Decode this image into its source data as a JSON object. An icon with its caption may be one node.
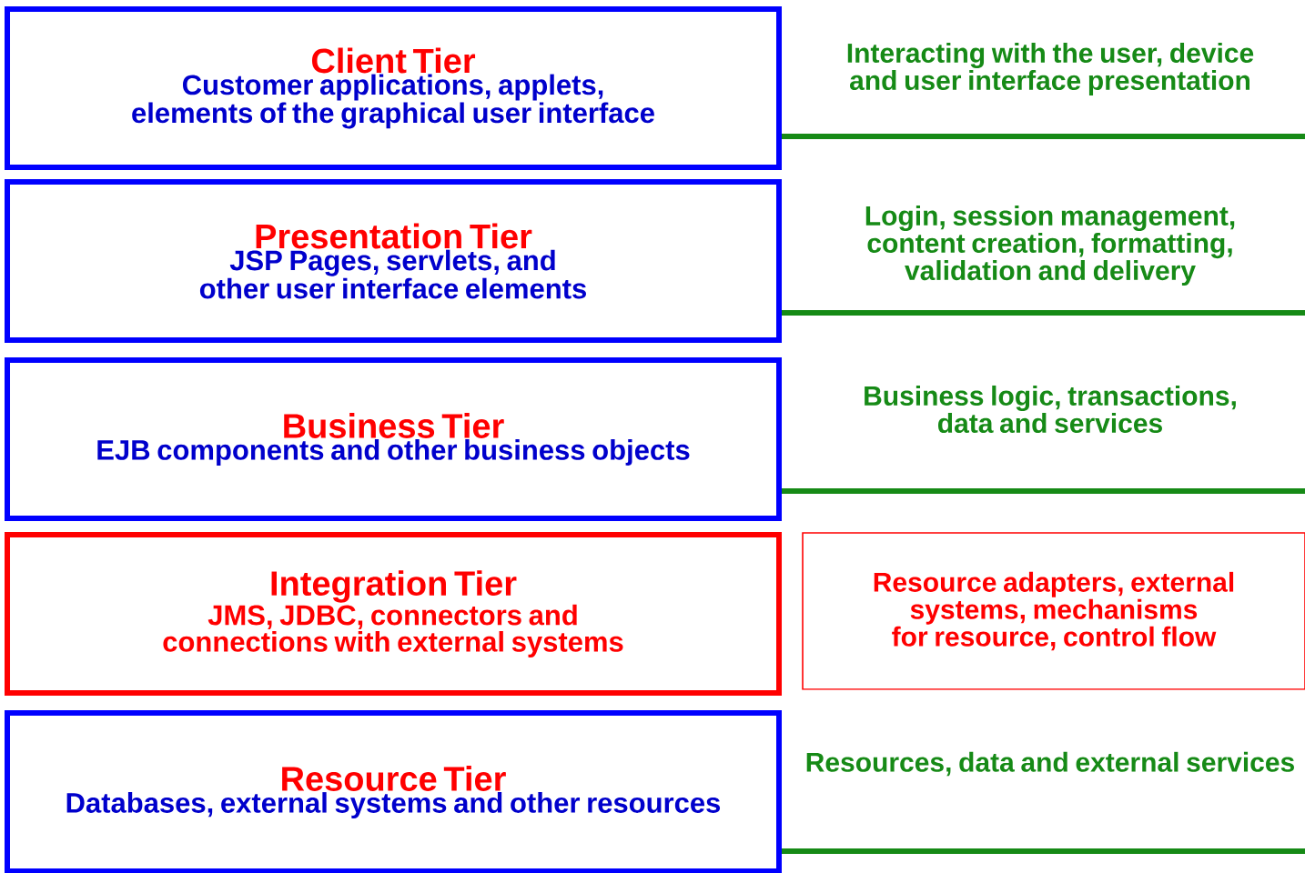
{
  "diagram": {
    "nodes": [
      {
        "text": [
          "Client Tier",
          "Customer applications, applets, elements of the graphical user interface"
        ],
        "beside": [
          "Interacting with the user, device and user interface presentation"
        ]
      },
      {
        "text": [
          "Presentation Tier",
          "JSP Pages, servlets, and other user interface elements"
        ],
        "beside": [
          "Login, session management, content creation, formatting, validation and delivery"
        ]
      },
      {
        "text": [
          "Business Tier",
          "EJB components and other business objects"
        ],
        "beside": [
          "Business logic, transactions, data and services"
        ]
      },
      {
        "text": [
          "Integration Tier",
          "JMS, JDBC, connectors and connections with external systems"
        ]
      },
      {
        "text": [
          "Resource adapters, external systems, mechanisms for resource, control flow"
        ]
      },
      {
        "text": [
          "Resource Tier",
          "Databases, external systems and other resources"
        ],
        "beside": [
          "Resources, data and external services"
        ]
      }
    ]
  }
}
